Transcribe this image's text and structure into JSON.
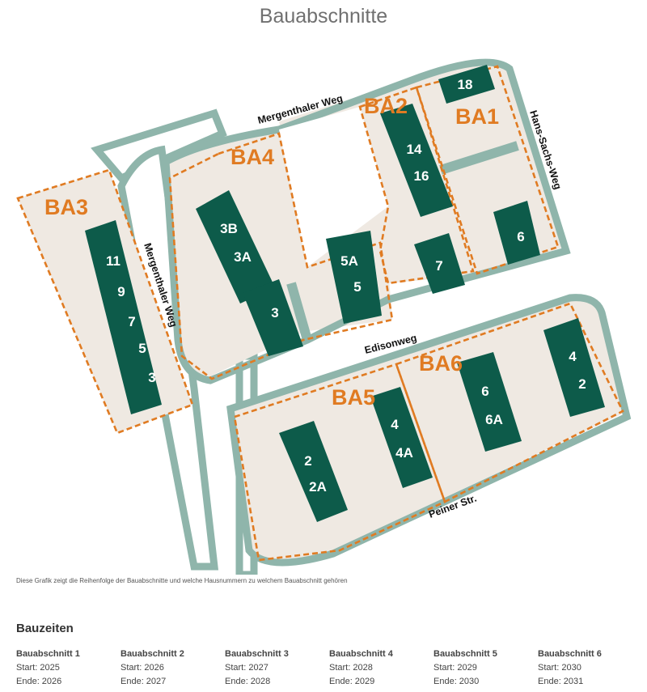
{
  "title": "Bauabschnitte",
  "map": {
    "sections": [
      "BA1",
      "BA2",
      "BA3",
      "BA4",
      "BA5",
      "BA6"
    ],
    "streets": [
      "Mergenthaler Weg",
      "Mergenthaler Weg",
      "Hans-Sachs-Weg",
      "Edisonweg",
      "Peiner Str."
    ],
    "house_numbers": {
      "ba1": [
        "18",
        "6"
      ],
      "ba2": [
        "14",
        "16",
        "7"
      ],
      "ba3": [
        "11",
        "9",
        "7",
        "5",
        "3"
      ],
      "ba4": [
        "3B",
        "3A",
        "3",
        "5A",
        "5"
      ],
      "ba5": [
        "2",
        "2A",
        "4",
        "4A"
      ],
      "ba6": [
        "6",
        "6A",
        "4",
        "2"
      ]
    },
    "colors": {
      "section_outline": "#e07b22",
      "building": "#0d5b4a",
      "plot": "#efe9e2",
      "street_edge": "#8fb5ab"
    }
  },
  "caption": "Diese Grafik zeigt die Reihenfolge der Bauabschnitte und welche Hausnummern zu welchem Bauabschnitt gehören",
  "schedule": {
    "title": "Bauzeiten",
    "phases": [
      {
        "name": "Bauabschnitt 1",
        "start": "Start: 2025",
        "end": "Ende: 2026"
      },
      {
        "name": "Bauabschnitt 2",
        "start": "Start: 2026",
        "end": "Ende: 2027"
      },
      {
        "name": "Bauabschnitt 3",
        "start": "Start: 2027",
        "end": "Ende: 2028"
      },
      {
        "name": "Bauabschnitt 4",
        "start": "Start: 2028",
        "end": "Ende: 2029"
      },
      {
        "name": "Bauabschnitt 5",
        "start": "Start: 2029",
        "end": "Ende: 2030"
      },
      {
        "name": "Bauabschnitt 6",
        "start": "Start: 2030",
        "end": "Ende: 2031"
      }
    ]
  }
}
